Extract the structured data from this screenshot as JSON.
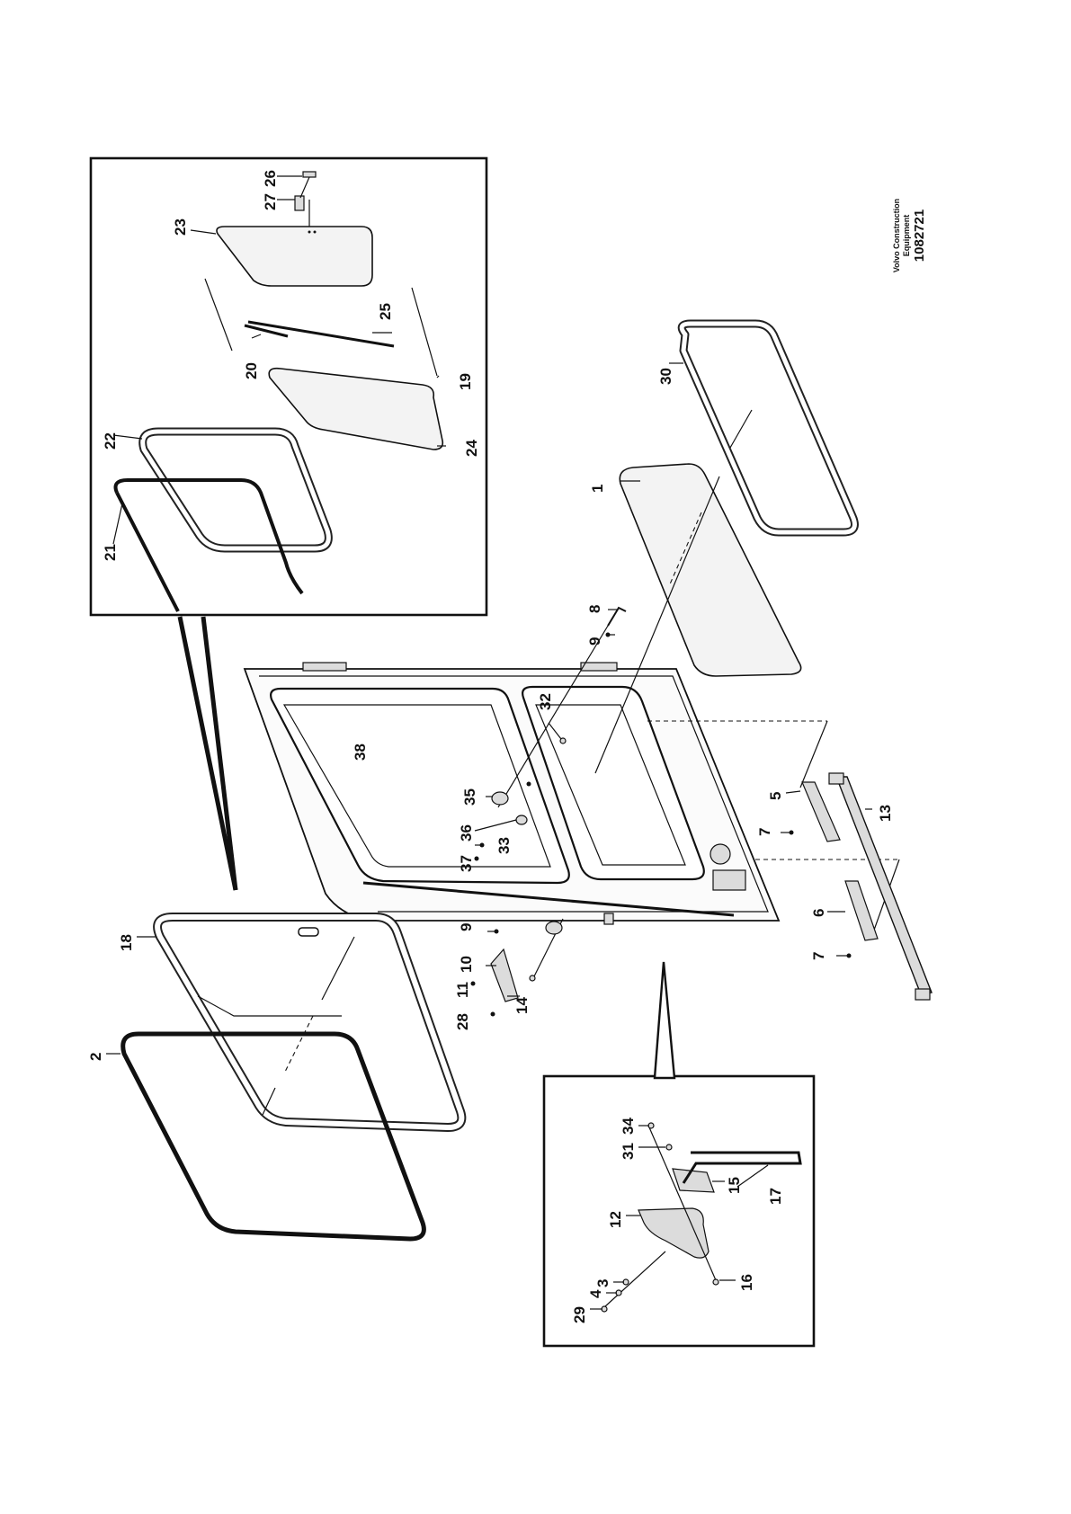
{
  "diagram": {
    "caption": {
      "company": "Volvo Construction",
      "company2": "Equipment",
      "number": "1082721"
    },
    "labels": {
      "l1": "1",
      "l2": "2",
      "l3": "3",
      "l4": "4",
      "l5": "5",
      "l6": "6",
      "l7a": "7",
      "l7b": "7",
      "l8": "8",
      "l9a": "9",
      "l9b": "9",
      "l10": "10",
      "l11": "11",
      "l12": "12",
      "l13": "13",
      "l14": "14",
      "l15": "15",
      "l16": "16",
      "l17": "17",
      "l18": "18",
      "l19": "19",
      "l20": "20",
      "l21": "21",
      "l22": "22",
      "l23": "23",
      "l24": "24",
      "l25": "25",
      "l26": "26",
      "l27": "27",
      "l28": "28",
      "l29": "29",
      "l30": "30",
      "l31": "31",
      "l32": "32",
      "l33": "33",
      "l34": "34",
      "l35": "35",
      "l36": "36",
      "l37": "37",
      "l38": "38"
    }
  }
}
